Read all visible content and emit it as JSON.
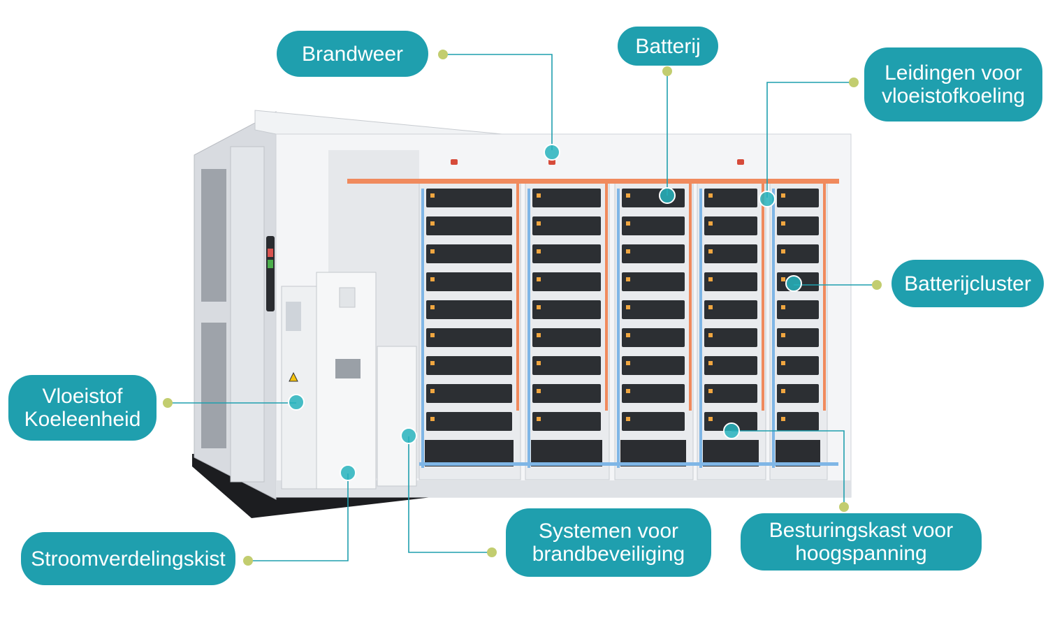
{
  "colors": {
    "label_bg": "#1f9fae",
    "label_text": "#ffffff",
    "leader_line": "#1f9fae",
    "anchor_dot": "#c2cd6f",
    "hotspot": "#27b3bd",
    "coolant_hot": "#f08a5d",
    "coolant_cold": "#7fb6e6",
    "battery_module": "#2c2f33",
    "container_body": "#e9ebee"
  },
  "labels": {
    "brandweer": "Brandweer",
    "batterij": "Batterij",
    "leidingen": "Leidingen voor\nvloeistofkoeling",
    "batterijcluster": "Batterijcluster",
    "vloeistof": "Vloeistof\nKoeleenheid",
    "stroomverdeling": "Stroomverdelingskist",
    "brandbeveiliging": "Systemen voor\nbrandbeveiliging",
    "besturingskast": "Besturingskast voor\nhoogspanning"
  },
  "icons": {
    "warning": "warning-triangle-icon",
    "fire_sprinkler": "fire-sprinkler-icon"
  }
}
